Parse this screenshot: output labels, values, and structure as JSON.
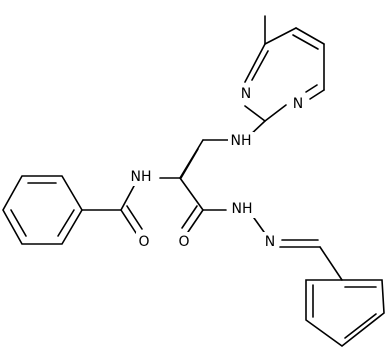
{
  "molecule": {
    "atoms": {
      "n_pyr_a": "N",
      "n_pyr_b": "N",
      "nh_amine": "NH",
      "nh_amide": "NH",
      "o_benzoyl": "O",
      "o_hydrazide": "O",
      "nh_hydrazide": "NH",
      "n_imine": "N"
    }
  }
}
